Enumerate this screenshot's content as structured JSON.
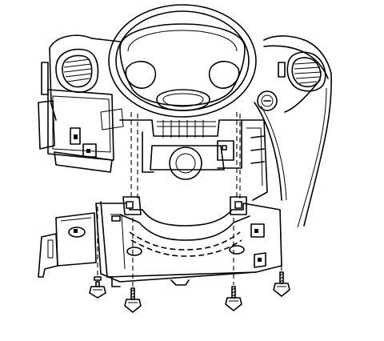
{
  "figure": {
    "subject": "steering-column-support-bracket-installation",
    "colors": {
      "ink": "#000000",
      "paper": "#ffffff"
    },
    "parts": {
      "steering_wheel": "steering-wheel",
      "instrument_panel": "instrument-panel",
      "left_air_vent": "air-vent-left",
      "right_air_vent": "air-vent-right",
      "ignition_switch": "ignition-switch",
      "lower_bracket": "steering-column-support-bracket",
      "fasteners": [
        "bolt",
        "bolt",
        "bolt",
        "bolt"
      ]
    },
    "fastener_count": 4
  }
}
